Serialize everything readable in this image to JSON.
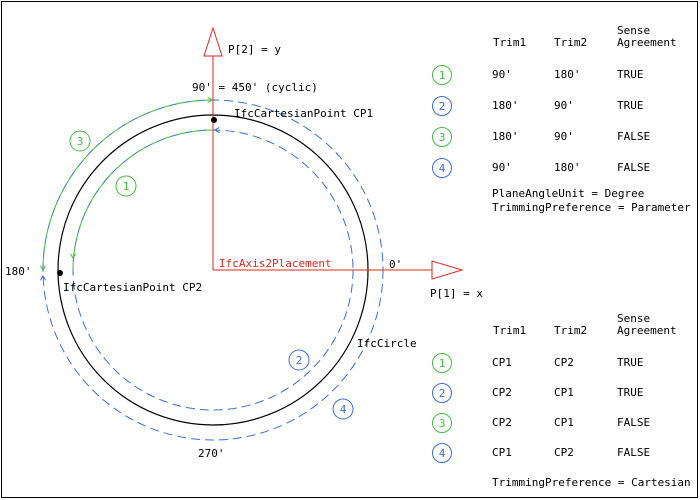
{
  "colors": {
    "axis": "#e0281e",
    "curve_green": "#3fbf3f",
    "curve_blue": "#3a6fd8",
    "circle": "#000000",
    "frame": "#000000"
  },
  "diagram": {
    "y_axis_label": "P[2] = y",
    "x_axis_label": "P[1] = x",
    "angle_top": "90' = 450' (cyclic)",
    "angle_right": "0'",
    "angle_left": "180'",
    "angle_bottom": "270'",
    "cp1_label": "IfcCartesianPoint CP1",
    "cp2_label": "IfcCartesianPoint CP2",
    "placement_label": "IfcAxis2Placement",
    "circle_label": "IfcCircle",
    "markers": [
      {
        "number": "1",
        "color": "green"
      },
      {
        "number": "2",
        "color": "blue"
      },
      {
        "number": "3",
        "color": "green"
      },
      {
        "number": "4",
        "color": "blue"
      }
    ]
  },
  "table_parameter": {
    "headers": {
      "trim1": "Trim1",
      "trim2": "Trim2",
      "sense_line1": "Sense",
      "sense_line2": "Agreement"
    },
    "rows": [
      {
        "number": "1",
        "color": "green",
        "trim1": "90'",
        "trim2": "180'",
        "sense": "TRUE"
      },
      {
        "number": "2",
        "color": "blue",
        "trim1": "180'",
        "trim2": "90'",
        "sense": "TRUE"
      },
      {
        "number": "3",
        "color": "green",
        "trim1": "180'",
        "trim2": "90'",
        "sense": "FALSE"
      },
      {
        "number": "4",
        "color": "blue",
        "trim1": "90'",
        "trim2": "180'",
        "sense": "FALSE"
      }
    ],
    "note_unit": "PlaneAngleUnit = Degree",
    "note_pref": "TrimmingPreference = Parameter"
  },
  "table_cartesian": {
    "headers": {
      "trim1": "Trim1",
      "trim2": "Trim2",
      "sense_line1": "Sense",
      "sense_line2": "Agreement"
    },
    "rows": [
      {
        "number": "1",
        "color": "green",
        "trim1": "CP1",
        "trim2": "CP2",
        "sense": "TRUE"
      },
      {
        "number": "2",
        "color": "blue",
        "trim1": "CP2",
        "trim2": "CP1",
        "sense": "TRUE"
      },
      {
        "number": "3",
        "color": "green",
        "trim1": "CP2",
        "trim2": "CP1",
        "sense": "FALSE"
      },
      {
        "number": "4",
        "color": "blue",
        "trim1": "CP1",
        "trim2": "CP2",
        "sense": "FALSE"
      }
    ],
    "note_pref": "TrimmingPreference = Cartesian"
  }
}
